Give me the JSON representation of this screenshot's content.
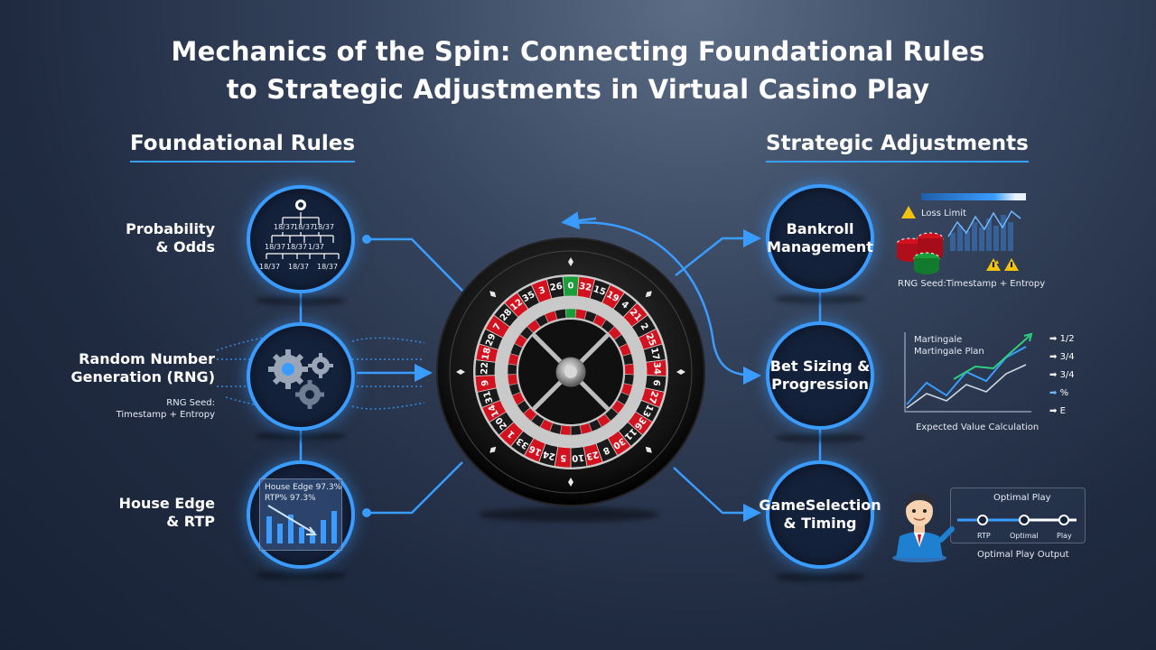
{
  "title": {
    "line1": "Mechanics of the Spin: Connecting Foundational Rules",
    "line2": "to Strategic Adjustments in Virtual Casino Play"
  },
  "left_column": {
    "heading": "Foundational Rules",
    "nodes": [
      {
        "label_line1": "Probability",
        "label_line2": "& Odds",
        "icon": "probability-tree-icon",
        "fractions": [
          "18/37",
          "18/37",
          "18/37",
          "18/37",
          "18/37",
          "1/37",
          "18/37",
          "18/37",
          "18/37"
        ]
      },
      {
        "label_line1": "Random Number",
        "label_line2": "Generation (RNG)",
        "icon": "gears-icon",
        "caption_line1": "RNG Seed:",
        "caption_line2": "Timestamp + Entropy"
      },
      {
        "label_line1": "House Edge",
        "label_line2": "& RTP",
        "icon": "bar-chart-icon",
        "stat_line1": "House Edge  97.3%",
        "stat_line2": "RTP%   97.3%"
      }
    ]
  },
  "right_column": {
    "heading": "Strategic Adjustments",
    "nodes": [
      {
        "label_line1": "Bankroll",
        "label_line2": "Management",
        "detail_title": "Loss Limit",
        "detail_caption": "RNG Seed:Timestamp + Entropy"
      },
      {
        "label_line1": "Bet Sizing &",
        "label_line2": "Progression",
        "detail_title_line1": "Martingale",
        "detail_title_line2": "Martingale Plan",
        "detail_caption": "Expected Value Calculation",
        "arrow_labels": [
          "1/2",
          "3/4",
          "3/4",
          "%",
          "E"
        ]
      },
      {
        "label_line1": "GameSelection",
        "label_line2": "& Timing",
        "detail_title": "Optimal Play",
        "slider_labels": [
          "RTP",
          "Optimal",
          "Play"
        ],
        "detail_caption": "Optimal Play Output"
      }
    ]
  },
  "wheel": {
    "numbers": [
      "0",
      "32",
      "15",
      "19",
      "4",
      "21",
      "2",
      "25",
      "17",
      "34",
      "6",
      "27",
      "13",
      "36",
      "11",
      "30",
      "8",
      "23",
      "10",
      "5",
      "24",
      "16",
      "33",
      "1",
      "20",
      "14",
      "31",
      "9",
      "22",
      "18",
      "29",
      "7",
      "28",
      "12",
      "35",
      "3",
      "26"
    ]
  },
  "colors": {
    "accent": "#3a9cff",
    "red": "#d3121f",
    "black": "#1a1a1a",
    "green": "#1a9e3a",
    "warning": "#f2c20c"
  }
}
